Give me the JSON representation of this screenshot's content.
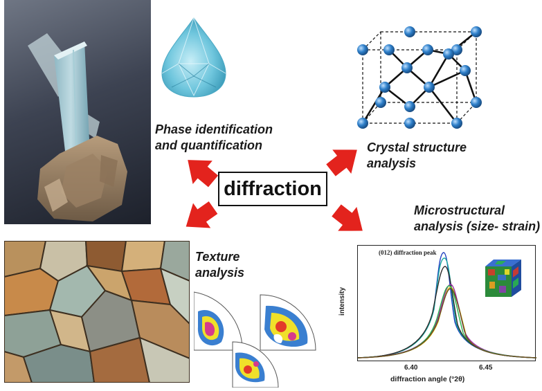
{
  "center": {
    "label": "diffraction"
  },
  "labels": {
    "phase": [
      "Phase identification",
      "and quantification"
    ],
    "crystal": [
      "Crystal structure",
      "analysis"
    ],
    "texture": [
      "Texture",
      "analysis"
    ],
    "micro": [
      "Microstructural",
      "analysis (size- strain)"
    ]
  },
  "plot": {
    "title": "(012) diffraction peak",
    "ylabel": "intensity",
    "xlabel": "diffraction angle (°2θ)",
    "ticks": [
      "6.40",
      "6.45"
    ]
  },
  "colors": {
    "arrow": "#e3231d",
    "atom": "#2e7fc9",
    "gem": "#6fc6dd",
    "peaks": [
      "#1f3fbf",
      "#18a8a0",
      "#2a2a2a",
      "#e0d11a",
      "#9a2fa7",
      "#2bb34b",
      "#6b4a1f"
    ]
  },
  "icons": {
    "crystal_photo": "aquamarine-crystal-icon",
    "gem": "pear-gem-icon",
    "lattice": "crystal-lattice-icon",
    "mosaic": "grain-microstructure-icon",
    "pole_figures": "pole-figure-icon",
    "cube": "grain-cube-icon"
  }
}
